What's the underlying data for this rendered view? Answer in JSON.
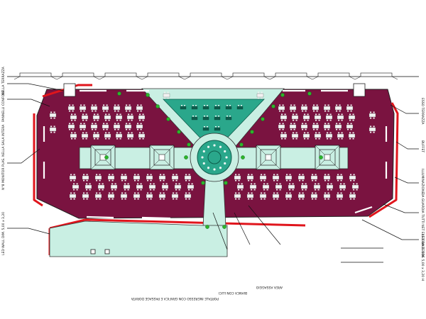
{
  "colors": {
    "hall": "#7a1340",
    "walkway": "#c9efe3",
    "courtyard": "#2aa78b",
    "wall": "#e0151c",
    "pillar": "#2db52a",
    "furniture": "#f2f2f2",
    "line": "#111111"
  },
  "labels": {
    "left": [
      "NELLA TERRAZZA",
      "PANNELLI CONFORT",
      "N°8 MONITOR PLAS. NELLA SALA INTERA",
      "LED WALL DIM. 5,00 x 3,20"
    ],
    "right": [
      "ESSO TERRAZZA",
      "BUFFET",
      "ILLUMINAZIONE",
      "DA GUARDIA TUTTI NET EXS CON TENDE",
      "LED WALL DIM. 5,00 x 3,20 H"
    ],
    "bottom": [
      "PORTALE INGRESSO CON GRAFICA E PASSAGE DORATA",
      "BIANCA CON LUCI",
      "AREA ASSAGGIO"
    ]
  }
}
